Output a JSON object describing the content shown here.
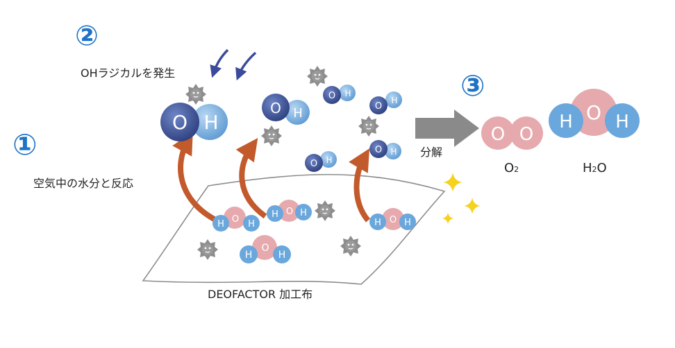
{
  "steps": {
    "one": {
      "number": "①",
      "text": "空気中の水分と反応"
    },
    "two": {
      "number": "②",
      "text": "OHラジカルを発生"
    },
    "three": {
      "number": "③",
      "text": "分解"
    }
  },
  "fabric_label": "DEOFACTOR 加工布",
  "atoms": {
    "oxygen": "O",
    "hydrogen": "H"
  },
  "products": [
    {
      "formula": "O",
      "sub": "2"
    },
    {
      "formula": "H",
      "sub": "2",
      "tail": "O"
    }
  ],
  "colors": {
    "step_blue": "#1f73c6",
    "arrow_orange": "#c25a2c",
    "oh_dark": "#3d4f8f",
    "oh_light": "#6ea6d8",
    "water_pink": "#e5a7ab",
    "water_blue": "#6aa7dc",
    "gray_arrow": "#8a8a8a",
    "sparkle": "#f5d21e"
  },
  "icons": [
    "virus-icon",
    "sparkle-icon",
    "wind-arrow-icon"
  ]
}
